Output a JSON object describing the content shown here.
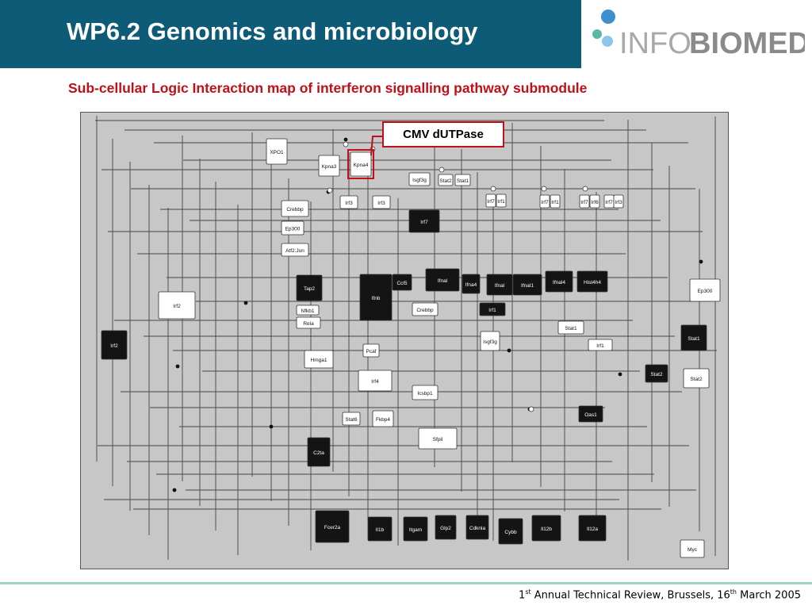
{
  "header": {
    "title": "WP6.2 Genomics and microbiology"
  },
  "logo": {
    "text_light": "INFO",
    "text_bold": "BIOMED"
  },
  "subtitle": "Sub-cellular Logic Interaction map of interferon signalling pathway submodule",
  "callout": {
    "label": "CMV dUTPase"
  },
  "footer": {
    "ordinal_num": "1",
    "ordinal_suffix": "st",
    "text_a": " Annual Technical Review, Brussels, 16",
    "date_suffix": "th",
    "text_b": " March 2005"
  },
  "colors": {
    "header_bg": "#0e5b78",
    "accent_red": "#c0101a",
    "map_bg": "#c7c7c7",
    "footer_line": "#9fd4c3"
  },
  "nodes": [
    {
      "label": "XPO1",
      "style": "white"
    },
    {
      "label": "Kpna3",
      "style": "white"
    },
    {
      "label": "Kpna4",
      "style": "white",
      "highlight": true
    },
    {
      "label": "Crebbp",
      "style": "white"
    },
    {
      "label": "Irf3",
      "style": "white"
    },
    {
      "label": "Irf3",
      "style": "white"
    },
    {
      "label": "Ep300",
      "style": "white"
    },
    {
      "label": "Atf2:Jun",
      "style": "white"
    },
    {
      "label": "Isgf3g",
      "style": "white"
    },
    {
      "label": "Stat2",
      "style": "white"
    },
    {
      "label": "Stat1",
      "style": "white"
    },
    {
      "label": "Irf7",
      "style": "black"
    },
    {
      "label": "Irf7",
      "style": "white"
    },
    {
      "label": "Irf1",
      "style": "white"
    },
    {
      "label": "Irf7",
      "style": "white"
    },
    {
      "label": "Irf1",
      "style": "white"
    },
    {
      "label": "Irf7",
      "style": "white"
    },
    {
      "label": "Irf6",
      "style": "white"
    },
    {
      "label": "Irf7",
      "style": "white"
    },
    {
      "label": "Irf3",
      "style": "white"
    },
    {
      "label": "Tap2",
      "style": "black"
    },
    {
      "label": "Ifnb",
      "style": "black"
    },
    {
      "label": "Ccl5",
      "style": "black"
    },
    {
      "label": "Ifnal",
      "style": "black"
    },
    {
      "label": "Ifna4",
      "style": "black"
    },
    {
      "label": "Ifnal",
      "style": "black"
    },
    {
      "label": "Ifnal1",
      "style": "black"
    },
    {
      "label": "Ifnal4",
      "style": "black"
    },
    {
      "label": "Hist4h4",
      "style": "black"
    },
    {
      "label": "Ep300",
      "style": "white"
    },
    {
      "label": "Irf2",
      "style": "white"
    },
    {
      "label": "Nfkb1",
      "style": "white"
    },
    {
      "label": "Rela",
      "style": "white"
    },
    {
      "label": "Crebbp",
      "style": "white"
    },
    {
      "label": "Irf1",
      "style": "black"
    },
    {
      "label": "Stat1",
      "style": "white"
    },
    {
      "label": "Irf1",
      "style": "white"
    },
    {
      "label": "Isgf3g",
      "style": "white"
    },
    {
      "label": "Stat1",
      "style": "black"
    },
    {
      "label": "Irf2",
      "style": "black"
    },
    {
      "label": "Hmga1",
      "style": "white"
    },
    {
      "label": "Pcaf",
      "style": "white"
    },
    {
      "label": "Irf4",
      "style": "white"
    },
    {
      "label": "Icsbp1",
      "style": "white"
    },
    {
      "label": "Stat2",
      "style": "black"
    },
    {
      "label": "Stat2",
      "style": "white"
    },
    {
      "label": "Oas1",
      "style": "black"
    },
    {
      "label": "Stat6",
      "style": "white"
    },
    {
      "label": "Fkbp4",
      "style": "white"
    },
    {
      "label": "Sfpil",
      "style": "white"
    },
    {
      "label": "C2ta",
      "style": "black"
    },
    {
      "label": "Fcer2a",
      "style": "black"
    },
    {
      "label": "Il1b",
      "style": "black"
    },
    {
      "label": "Itgam",
      "style": "black"
    },
    {
      "label": "Glp2",
      "style": "black"
    },
    {
      "label": "Cdknla",
      "style": "black"
    },
    {
      "label": "Cybb",
      "style": "black"
    },
    {
      "label": "Il12b",
      "style": "black"
    },
    {
      "label": "Il12a",
      "style": "black"
    },
    {
      "label": "Myc",
      "style": "white"
    }
  ]
}
